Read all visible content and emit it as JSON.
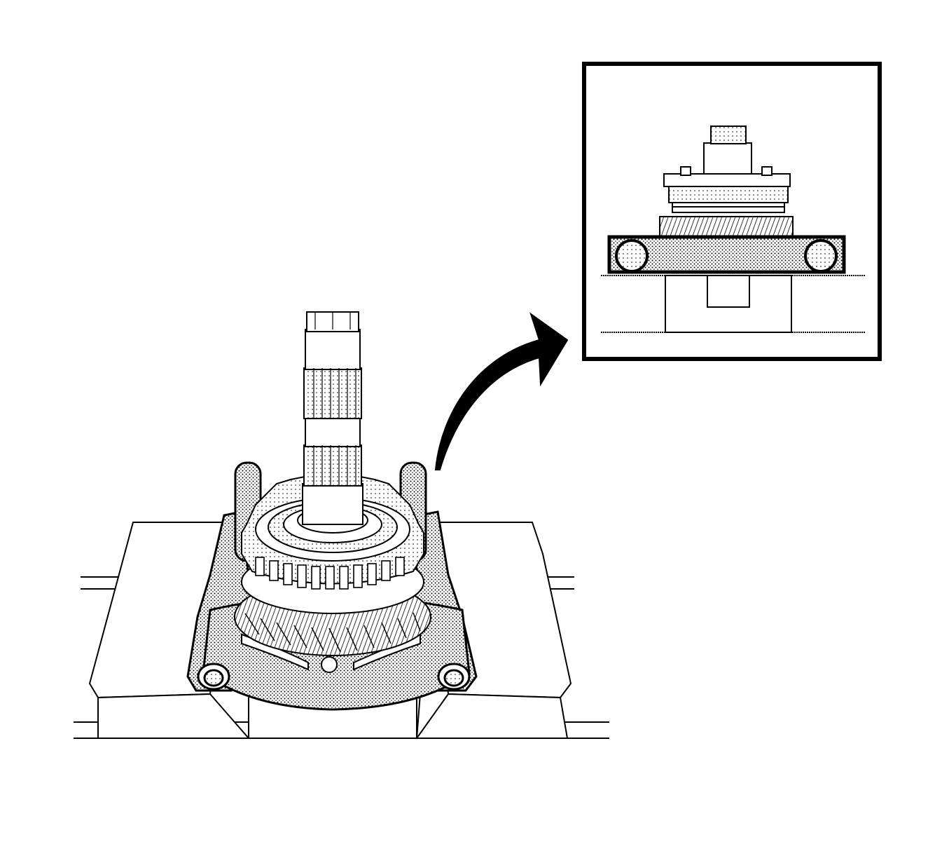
{
  "figure": {
    "subject": "",
    "colors": {
      "ink": "#000000",
      "paper": "#ffffff",
      "stipple": "#b8b8b8"
    },
    "parts": [
      "press-plate",
      "bearing-separator",
      "gear-cluster",
      "shaft",
      "callout-arrow",
      "detail-inset"
    ]
  }
}
